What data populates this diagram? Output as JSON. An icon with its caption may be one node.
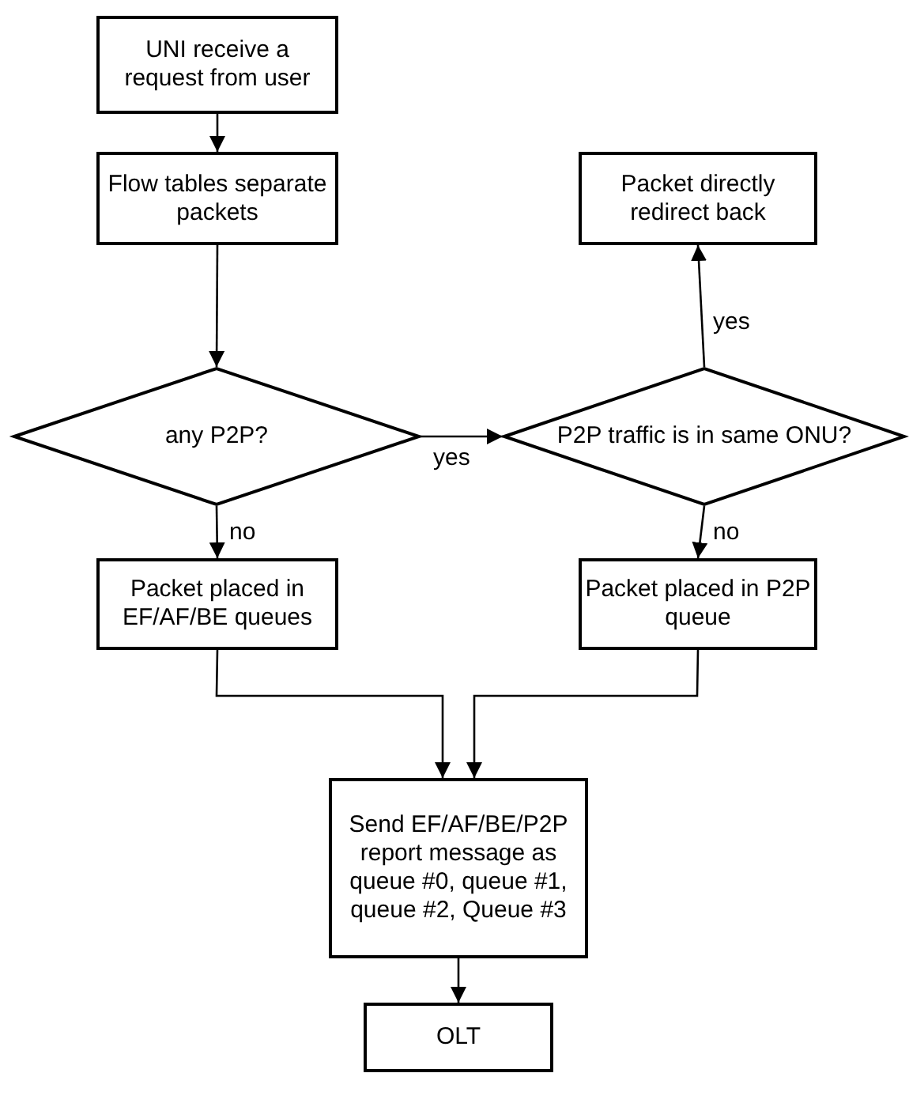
{
  "diagram": {
    "nodes": [
      {
        "text": [
          "UNI receive a request from user"
        ]
      },
      {
        "text": [
          "Flow tables separate packets"
        ]
      },
      {
        "text": [
          "any P2P?"
        ]
      },
      {
        "text": [
          "Packet directly redirect back"
        ]
      },
      {
        "text": [
          "P2P traffic is in same ONU?"
        ]
      },
      {
        "text": [
          "Packet placed in EF/AF/BE queues"
        ]
      },
      {
        "text": [
          "Packet placed in P2P queue"
        ]
      },
      {
        "text": [
          "Send EF/AF/BE/P2P report message as queue #0, queue #1, queue #2, Queue #3"
        ]
      },
      {
        "text": [
          "OLT"
        ]
      }
    ],
    "edges": [
      {
        "from": 0,
        "to": 1,
        "arrow": "to"
      },
      {
        "from": 1,
        "to": 2,
        "arrow": "to"
      },
      {
        "from": 2,
        "to": 4,
        "arrow": "to",
        "label": "yes"
      },
      {
        "from": 4,
        "to": 3,
        "arrow": "to",
        "label": "yes"
      },
      {
        "from": 2,
        "to": 5,
        "arrow": "to",
        "label": "no"
      },
      {
        "from": 4,
        "to": 6,
        "arrow": "to",
        "label": "no"
      },
      {
        "from": 5,
        "to": 7,
        "arrow": "to"
      },
      {
        "from": 6,
        "to": 7,
        "arrow": "to"
      },
      {
        "from": 7,
        "to": 8,
        "arrow": "to"
      }
    ]
  }
}
